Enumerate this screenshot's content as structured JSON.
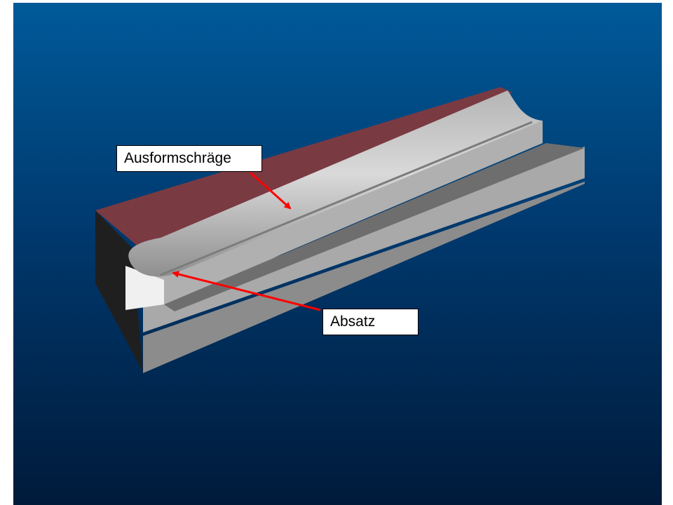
{
  "annotations": [
    {
      "id": "draft-angle",
      "text": "Ausformschräge"
    },
    {
      "id": "step",
      "text": "Absatz"
    }
  ],
  "colors": {
    "background_top": "#005a99",
    "background_bottom": "#001a3a",
    "part_light": "#c4c4c4",
    "part_mid": "#a9a9a9",
    "part_dark": "#6e6e6e",
    "part_face": "#f0f0f0",
    "part_shadow": "#1f1f1f",
    "mold_surface": "#7a3a42",
    "arrow": "#ff0000"
  }
}
